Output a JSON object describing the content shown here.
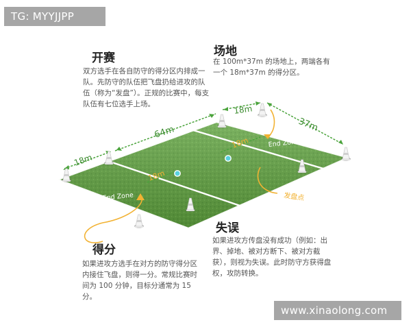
{
  "watermark_top_left": "TG: MYYJJPP",
  "watermark_bottom_right": "www.xinaolong.com",
  "sections": {
    "start": {
      "title": "开赛",
      "text": "双方选手在各自防守的得分区内排成一队。先防守的队伍把飞盘扔给进攻的队伍（称为“发盘”）。正规的比赛中，每支队伍有七位选手上场。"
    },
    "field": {
      "title": "场地",
      "text": "在 100m*37m 的场地上，两端各有一个 18m*37m 的得分区。"
    },
    "foul": {
      "title": "失误",
      "text": "如果进攻方传盘没有成功（例如：出界、掉地、被对方断下、被对方截获），则视为失误。此时防守方获得盘权，攻防转换。"
    },
    "score": {
      "title": "得分",
      "text": "如果进攻方选手在对方的防守得分区内接住飞盘，则得一分。常规比赛时间为 100 分钟，目标分通常为 15 分。"
    }
  },
  "field_labels": {
    "left_zone_depth": "18m",
    "center_length": "64m",
    "right_zone_depth": "18m",
    "width": "37m",
    "brick_left": "18m",
    "brick_right": "18m",
    "zone_left": "End Zone",
    "zone_right": "End Zone",
    "brick_mark": "发盘点"
  },
  "colors": {
    "grass": "#5fa13f",
    "grass_dark": "#3f7f2a",
    "dimension_line": "#4aa33b",
    "annotation": "#f2b233",
    "cone": "#e9e9e9",
    "watermark": "#a6a6a6"
  }
}
